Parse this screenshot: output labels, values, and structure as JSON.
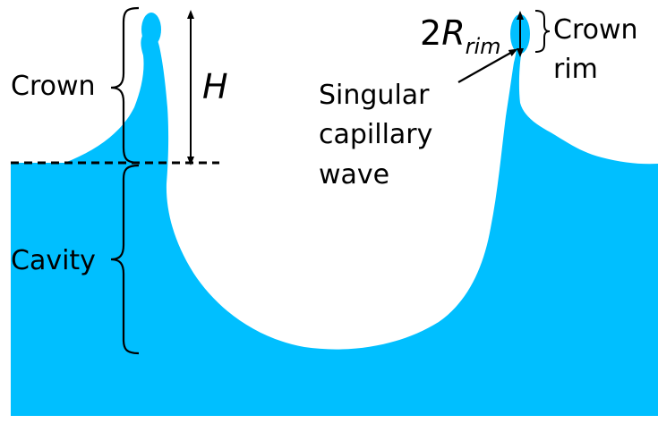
{
  "colors": {
    "liquid": "#00BFFF",
    "background": "#FFFFFF",
    "annotation": "#000000"
  },
  "labels": {
    "crown": "Crown",
    "cavity": "Cavity",
    "height": "H",
    "rim_radius_prefix": "2",
    "rim_radius_symbol": "R",
    "rim_radius_subscript": "rim",
    "crown_rim_line1": "Crown",
    "crown_rim_line2": "rim",
    "wave_line1": "Singular",
    "wave_line2": "capillary",
    "wave_line3": "wave"
  }
}
